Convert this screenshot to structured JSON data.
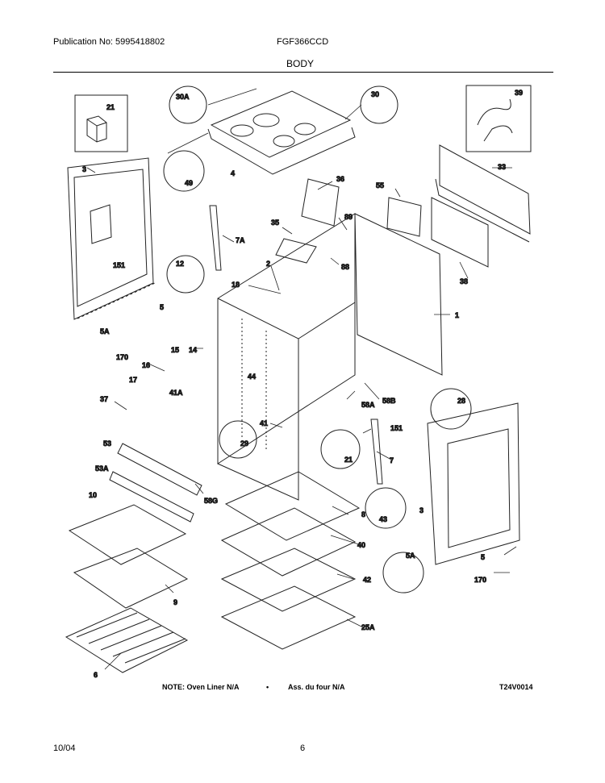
{
  "header": {
    "publication": "Publication No: 5995418802",
    "model": "FGF366CCD",
    "section": "BODY"
  },
  "labels": {
    "p21a": "21",
    "p3a": "3",
    "p151a": "151",
    "p5a": "5",
    "p5Aa": "5A",
    "p170a": "170",
    "p30A": "30A",
    "p4": "4",
    "p49": "49",
    "p30": "30",
    "p39": "39",
    "p33": "33",
    "p36": "36",
    "p55": "55",
    "p35": "35",
    "p89": "89",
    "p88": "88",
    "p7A": "7A",
    "p12": "12",
    "p2": "2",
    "p18": "18",
    "p38": "38",
    "p1": "1",
    "p15": "15",
    "p14": "14",
    "p16": "16",
    "p17": "17",
    "p44": "44",
    "p41A": "41A",
    "p58A": "58A",
    "p58B": "58B",
    "p37": "37",
    "p41": "41",
    "p29": "29",
    "p151b": "151",
    "p21b": "21",
    "p7": "7",
    "p28": "28",
    "p53": "53",
    "p53A": "53A",
    "p58G": "58G",
    "p10": "10",
    "p8": "8",
    "p3b": "3",
    "p43": "43",
    "p40": "40",
    "p5Ab": "5A",
    "p5b": "5",
    "p170b": "170",
    "p9": "9",
    "p42": "42",
    "p25A": "25A",
    "p6": "6"
  },
  "note": {
    "left": "NOTE: Oven Liner N/A",
    "bullet": "•",
    "right": "Ass. du four N/A",
    "code": "T24V0014"
  },
  "footer": {
    "date": "10/04",
    "page": "6"
  }
}
